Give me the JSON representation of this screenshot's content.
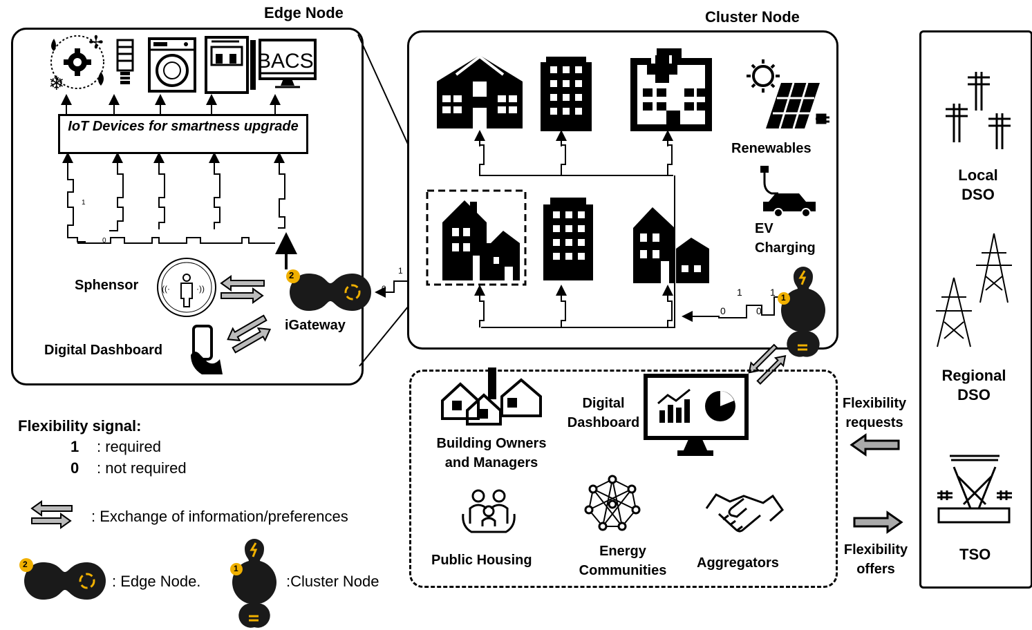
{
  "edge_node": {
    "title": "Edge Node",
    "iot_label": "IoT Devices for smartness upgrade",
    "bacs_label": "BACS",
    "sphensor_label": "Sphensor",
    "digital_dashboard_label": "Digital Dashboard",
    "igateway_label": "iGateway",
    "badge": "2"
  },
  "cluster_node": {
    "title": "Cluster  Node",
    "renewables_label": "Renewables",
    "ev_label_1": "EV",
    "ev_label_2": "Charging",
    "badge": "1"
  },
  "stakeholders": {
    "building_owners_1": "Building Owners",
    "building_owners_2": "and Managers",
    "digital_dashboard_1": "Digital",
    "digital_dashboard_2": "Dashboard",
    "public_housing": "Public Housing",
    "energy_communities_1": "Energy",
    "energy_communities_2": "Communities",
    "aggregators": "Aggregators"
  },
  "flex": {
    "requests_1": "Flexibility",
    "requests_2": "requests",
    "offers_1": "Flexibility",
    "offers_2": "offers"
  },
  "operators": {
    "local_dso_1": "Local",
    "local_dso_2": "DSO",
    "regional_dso_1": "Regional",
    "regional_dso_2": "DSO",
    "tso": "TSO"
  },
  "legend": {
    "signal_title": "Flexibility signal:",
    "one": "1",
    "one_desc": ": required",
    "zero": "0",
    "zero_desc": ": not required",
    "exchange_desc": ": Exchange of information/preferences",
    "edge_desc": ": Edge Node.",
    "cluster_desc": ":Cluster Node",
    "edge_badge": "2",
    "cluster_badge": "1"
  },
  "signal_bits": {
    "one": "1",
    "zero": "0"
  }
}
